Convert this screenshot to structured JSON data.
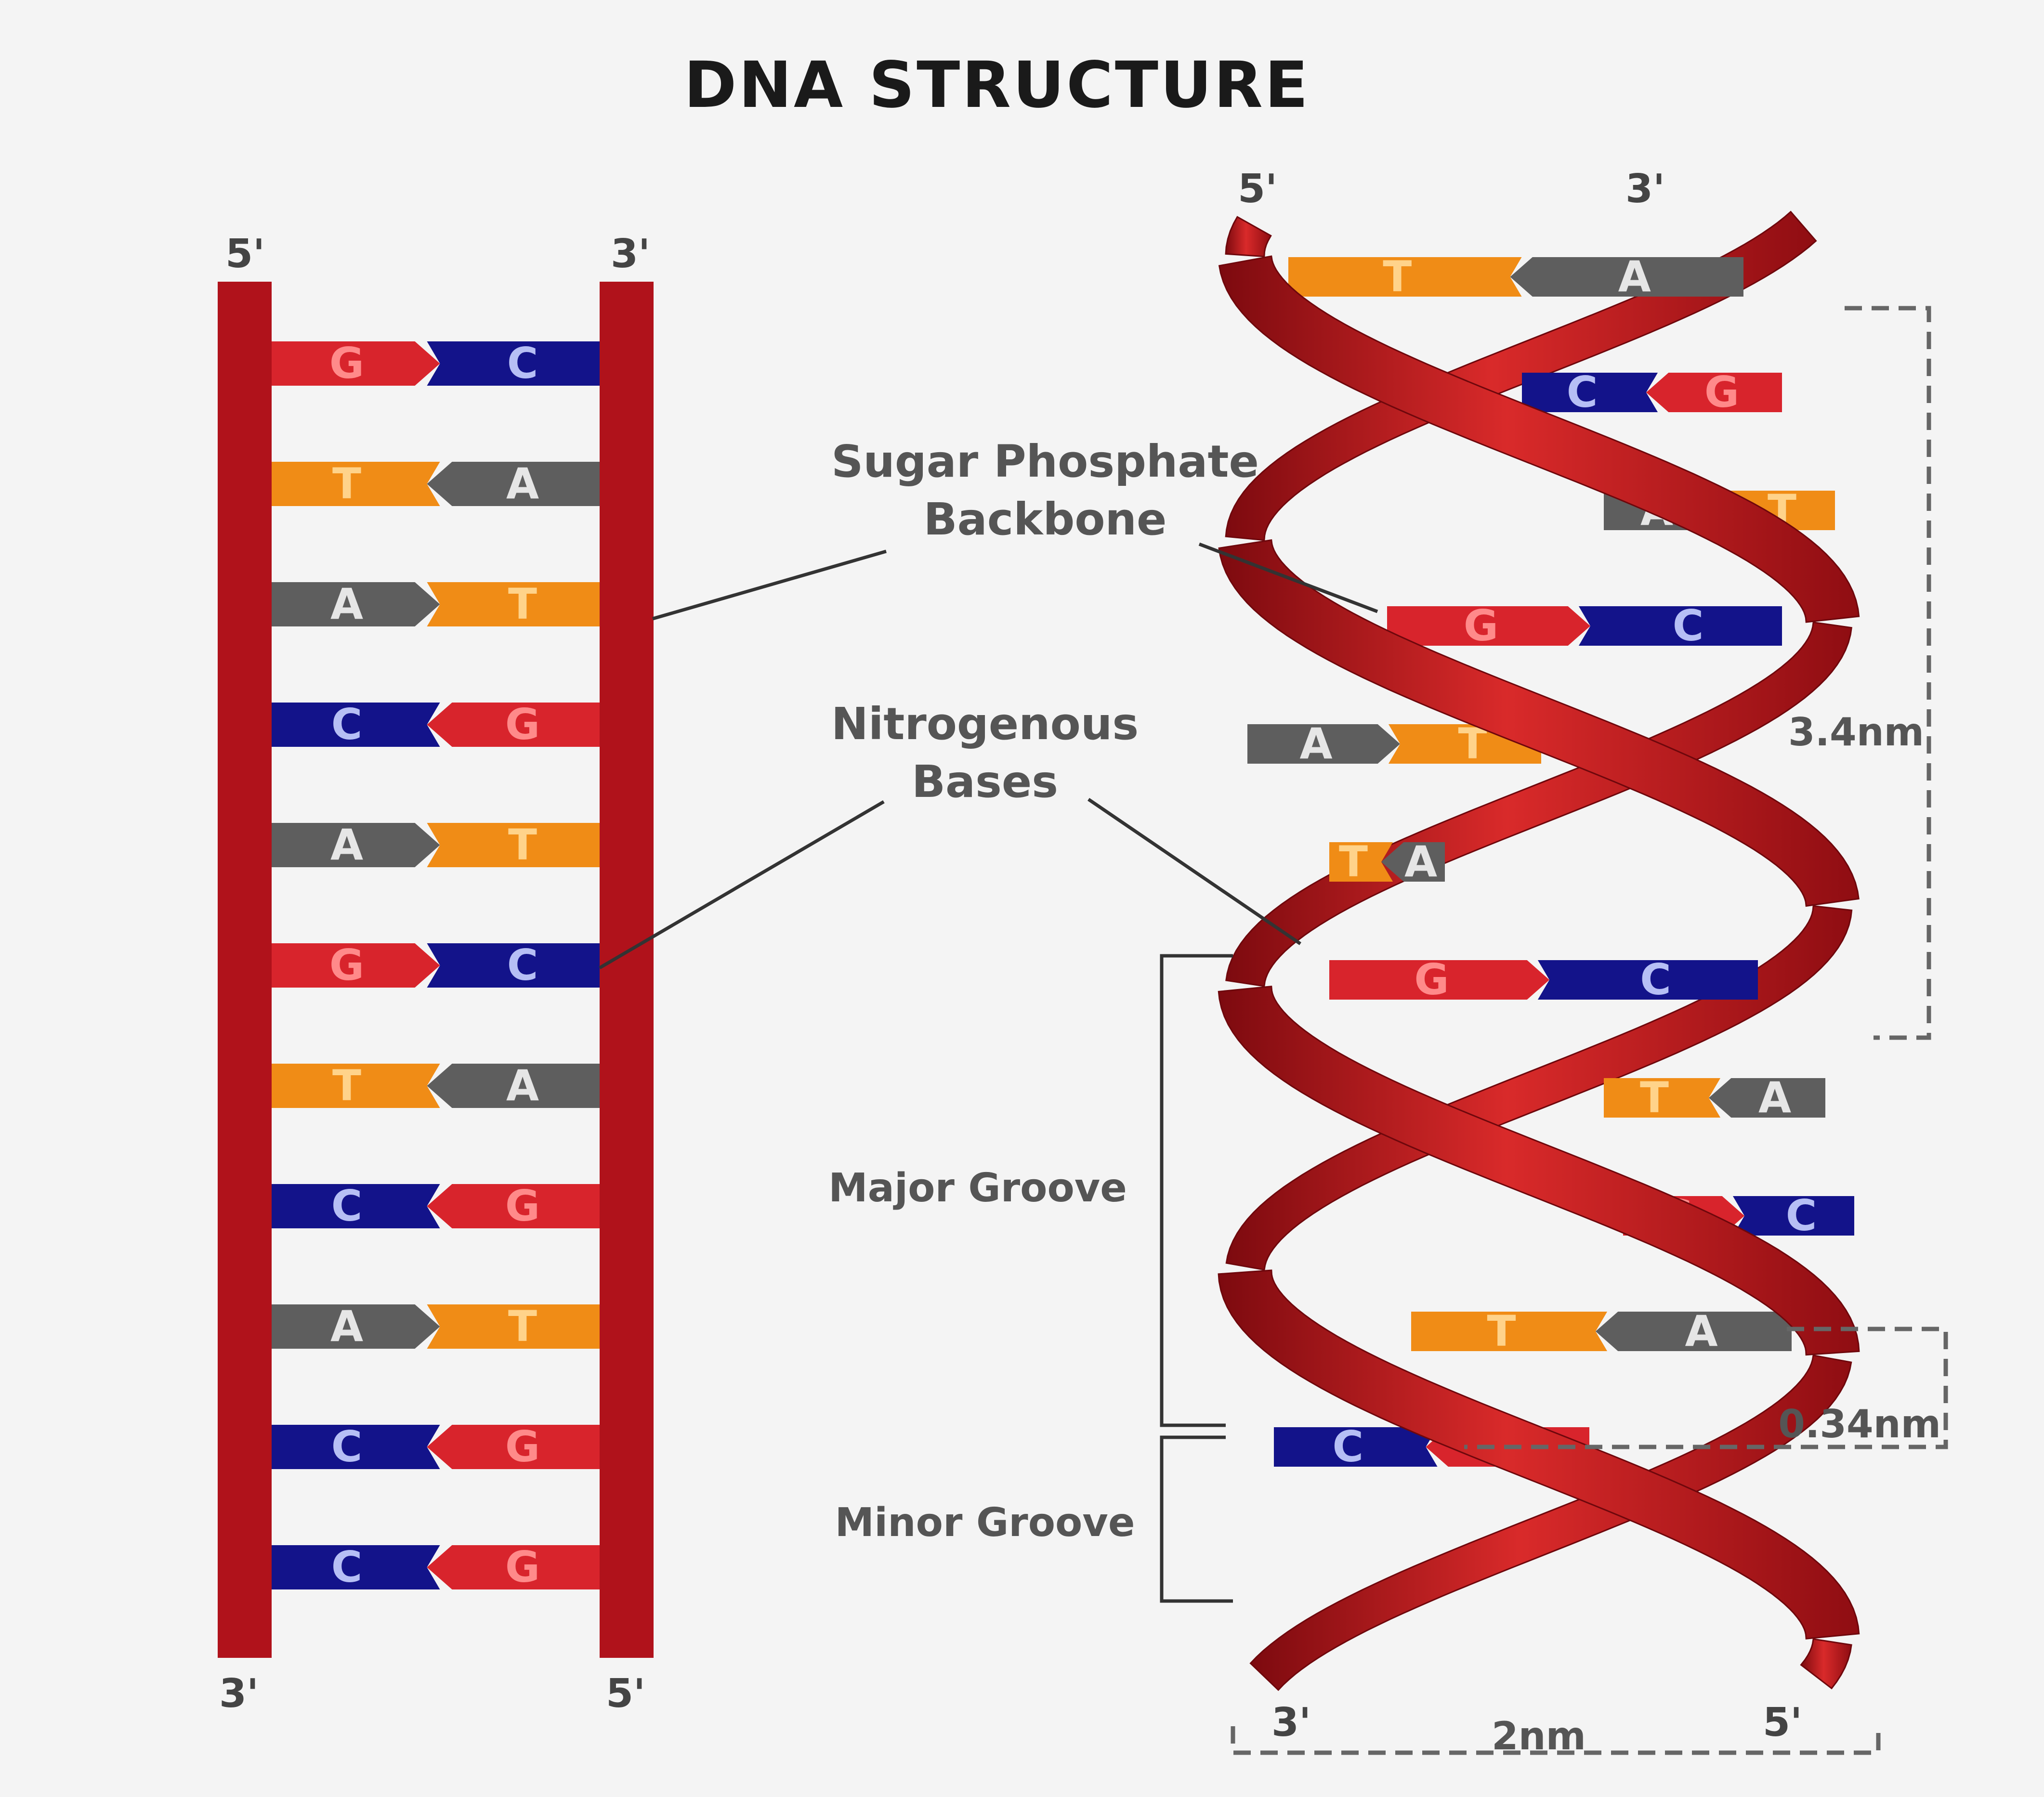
{
  "title": "DNA STRUCTURE",
  "ladder": {
    "top_left": "5'",
    "top_right": "3'",
    "bottom_left": "3'",
    "bottom_right": "5'",
    "pairs": [
      [
        "G",
        "C"
      ],
      [
        "T",
        "A"
      ],
      [
        "A",
        "T"
      ],
      [
        "C",
        "G"
      ],
      [
        "A",
        "T"
      ],
      [
        "G",
        "C"
      ],
      [
        "T",
        "A"
      ],
      [
        "C",
        "G"
      ],
      [
        "A",
        "T"
      ],
      [
        "C",
        "G"
      ],
      [
        "C",
        "G"
      ]
    ]
  },
  "helix": {
    "top_left": "5'",
    "top_right": "3'",
    "bottom_left": "3'",
    "bottom_right": "5'",
    "pairs": [
      [
        "T",
        "A"
      ],
      [
        "C",
        "G"
      ],
      [
        "A",
        "T"
      ],
      [
        "G",
        "C"
      ],
      [
        "A",
        "T"
      ],
      [
        "T",
        "A"
      ],
      [
        "G",
        "C"
      ],
      [
        "T",
        "A"
      ],
      [
        "G",
        "C"
      ],
      [
        "T",
        "A"
      ],
      [
        "C",
        "G"
      ]
    ]
  },
  "labels": {
    "backbone_line1": "Sugar Phosphate",
    "backbone_line2": "Backbone",
    "bases_line1": "Nitrogenous",
    "bases_line2": "Bases",
    "major_groove": "Major Groove",
    "minor_groove": "Minor Groove"
  },
  "measurements": {
    "helix_turn": "3.4nm",
    "base_spacing": "0.34nm",
    "width": "2nm"
  },
  "colors": {
    "backbone": "#b0121b",
    "G": "#d8242c",
    "C": "#13138a",
    "T": "#f08c16",
    "A": "#5e5e5e",
    "G_text": "#ff8a8a",
    "C_text": "#b6bff5",
    "T_text": "#ffd38a",
    "A_text": "#e6e6e6"
  }
}
